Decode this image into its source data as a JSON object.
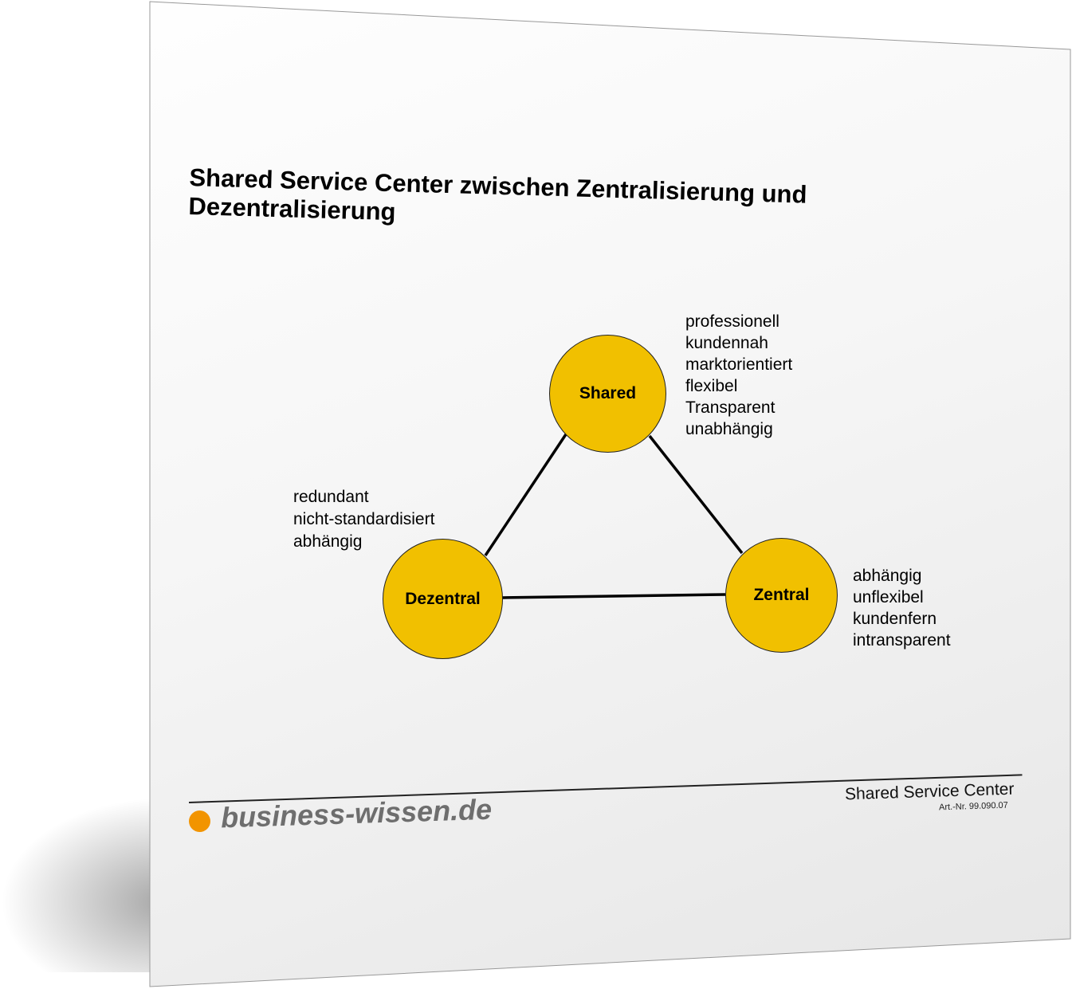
{
  "title": "Shared Service Center zwischen Zentralisierung und Dezentralisierung",
  "nodes": {
    "shared": {
      "label": "Shared",
      "attributes": [
        "professionell",
        "kundennah",
        "marktorientiert",
        "flexibel",
        "Transparent",
        "unabhängig"
      ]
    },
    "dezentral": {
      "label": "Dezentral",
      "attributes": [
        "redundant",
        "nicht-standardisiert",
        "abhängig"
      ]
    },
    "zentral": {
      "label": "Zentral",
      "attributes": [
        "abhängig",
        "unflexibel",
        "kundenfern",
        "intransparent"
      ]
    }
  },
  "colors": {
    "node_fill": "#f1c000",
    "logo_dot": "#f29400",
    "logo_text": "#6e6e6e"
  },
  "footer": {
    "logo": "business-wissen.de",
    "doc_title": "Shared Service Center",
    "article_number": "Art.-Nr. 99.090.07"
  }
}
